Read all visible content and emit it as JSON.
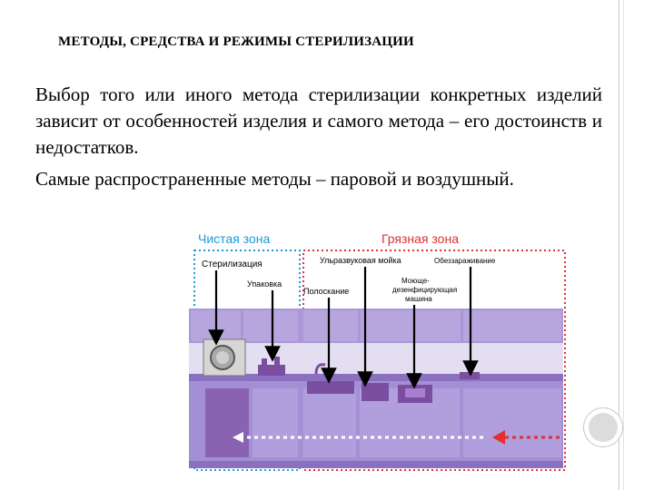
{
  "slide": {
    "title": "МЕТОДЫ, СРЕДСТВА И РЕЖИМЫ СТЕРИЛИЗАЦИИ",
    "paragraphs": [
      "Выбор того или иного метода стерилизации конкретных изделий зависит от особенностей изделия и самого метода – его достоинств и недостатков.",
      "Самые распространенные методы – паровой и воздушный."
    ]
  },
  "figure": {
    "clean_zone_label": "Чистая зона",
    "dirty_zone_label": "Грязная зона",
    "stations": {
      "sterilization": "Стерилизация",
      "packaging": "Упаковка",
      "rinsing": "Полоскание",
      "ultrasonic": "Ульразвуковая мойка",
      "washer_line1": "Моюще-",
      "washer_line2": "дезенфицирующая",
      "washer_line3": "машина",
      "disinfection": "Обеззараживание"
    },
    "colors": {
      "clean_zone": "#1a9ad6",
      "dirty_zone": "#e03030",
      "furniture": "#a08ad0",
      "furniture_dark": "#7a4ea0",
      "arrow": "#000000"
    }
  }
}
